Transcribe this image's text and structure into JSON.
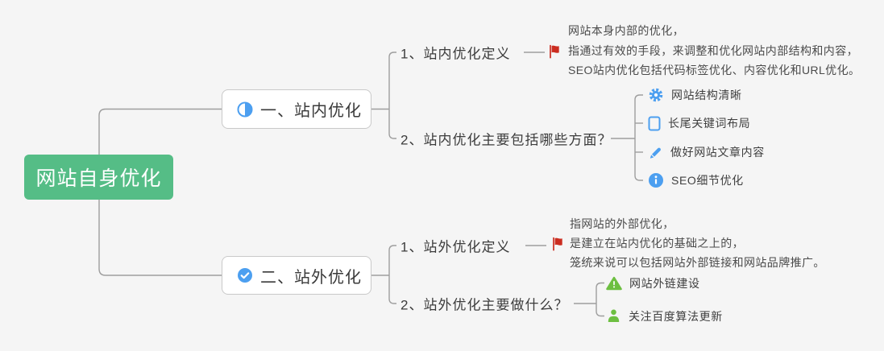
{
  "root": {
    "label": "网站自身优化",
    "color": "#55bd86"
  },
  "branches": [
    {
      "label": "一、站内优化",
      "icon": "half-circle-icon",
      "children": [
        {
          "label": "1、站内优化定义",
          "marker_icon": "flag-icon",
          "note": {
            "lines": [
              "网站本身内部的优化，",
              "指通过有效的手段，来调整和优化网站内部结构和内容，",
              "SEO站内优化包括代码标签优化、内容优化和URL优化。"
            ]
          }
        },
        {
          "label": "2、站内优化主要包括哪些方面？",
          "items": [
            {
              "icon": "gear-icon",
              "label": "网站结构清晰"
            },
            {
              "icon": "tablet-icon",
              "label": "长尾关键词布局"
            },
            {
              "icon": "pencil-icon",
              "label": "做好网站文章内容"
            },
            {
              "icon": "info-icon",
              "label": "SEO细节优化"
            }
          ]
        }
      ]
    },
    {
      "label": "二、站外优化",
      "icon": "check-circle-icon",
      "children": [
        {
          "label": "1、站外优化定义",
          "marker_icon": "flag-icon",
          "note": {
            "lines": [
              "指网站的外部优化，",
              "是建立在站内优化的基础之上的，",
              "笼统来说可以包括网站外部链接和网站品牌推广。"
            ]
          }
        },
        {
          "label": "2、站外优化主要做什么？",
          "items": [
            {
              "icon": "warning-triangle-icon",
              "label": "网站外链建设"
            },
            {
              "icon": "person-icon",
              "label": "关注百度算法更新"
            }
          ]
        }
      ]
    }
  ],
  "colors": {
    "background": "#f5f5f5",
    "root_green": "#55bd86",
    "icon_blue": "#4c9ff0",
    "icon_green": "#6dbf41",
    "flag_red": "#cb2d20",
    "connector_gray": "#9e9e9e"
  }
}
